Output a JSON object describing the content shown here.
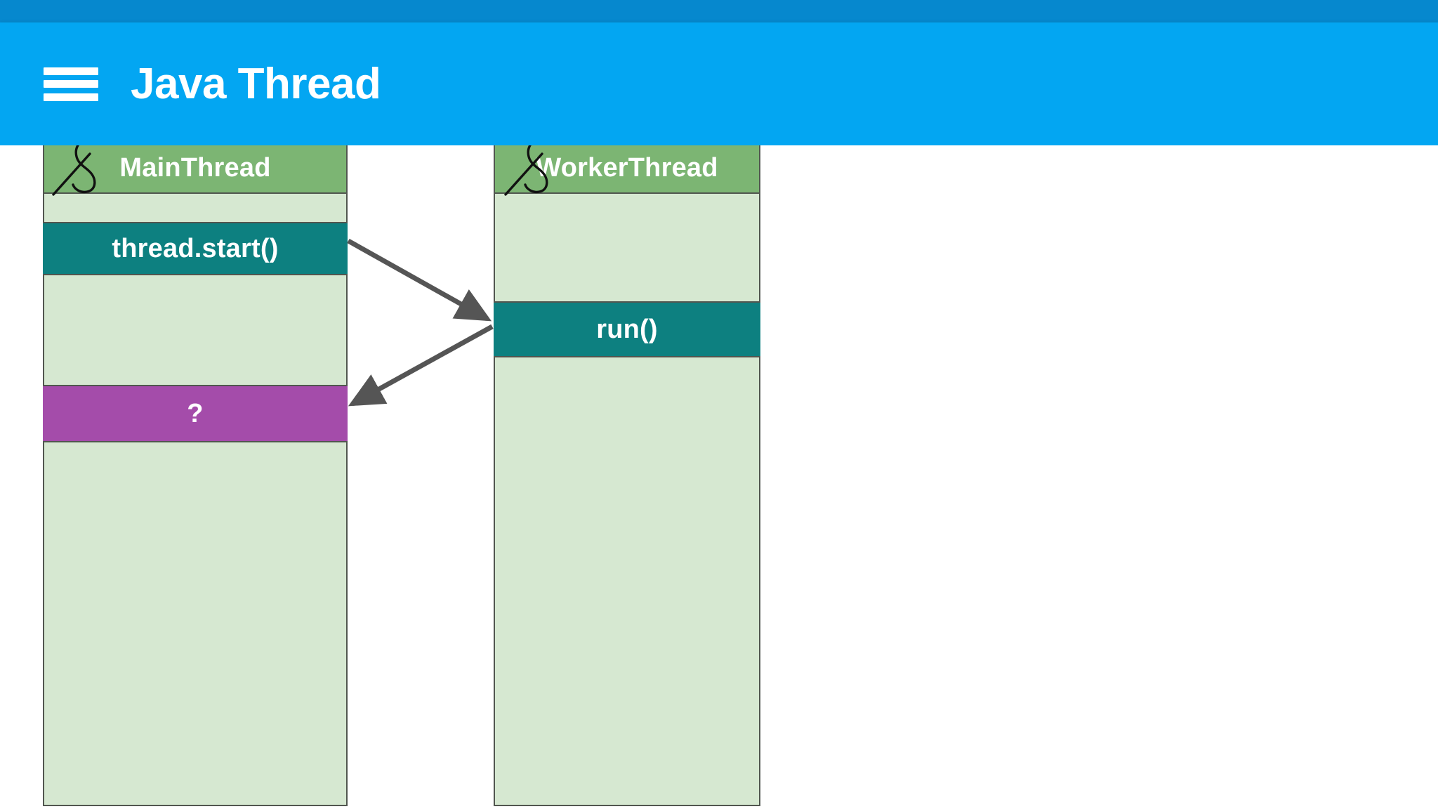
{
  "app": {
    "status_bar_color": "#0688ce",
    "app_bar_color": "#03a6f2",
    "title": "Java Thread",
    "menu_icon": "hamburger-menu-icon"
  },
  "diagram": {
    "type": "sequence-swimlane",
    "background": "#ffffff",
    "colors": {
      "lane_header": "#7cb573",
      "lane_body": "#d6e8d1",
      "activity_teal": "#0d8080",
      "activity_purple": "#a44caa",
      "border": "#51564f",
      "arrow": "#555555"
    },
    "lanes": [
      {
        "id": "main-thread",
        "title": "MainThread",
        "activities": [
          {
            "id": "thread-start",
            "label": "thread.start()",
            "color": "#0d8080"
          },
          {
            "id": "question",
            "label": "?",
            "color": "#a44caa"
          }
        ]
      },
      {
        "id": "worker-thread",
        "title": "WorkerThread",
        "activities": [
          {
            "id": "run",
            "label": "run()",
            "color": "#0d8080"
          }
        ]
      }
    ],
    "arrows": [
      {
        "id": "start-to-run",
        "from": "thread-start",
        "to": "run",
        "direction": "down-right"
      },
      {
        "id": "run-to-question",
        "from": "run",
        "to": "question",
        "direction": "down-left"
      }
    ],
    "annotations": [
      {
        "id": "pen-mark-main",
        "kind": "handwritten-squiggle"
      },
      {
        "id": "pen-mark-worker",
        "kind": "handwritten-squiggle"
      }
    ]
  }
}
